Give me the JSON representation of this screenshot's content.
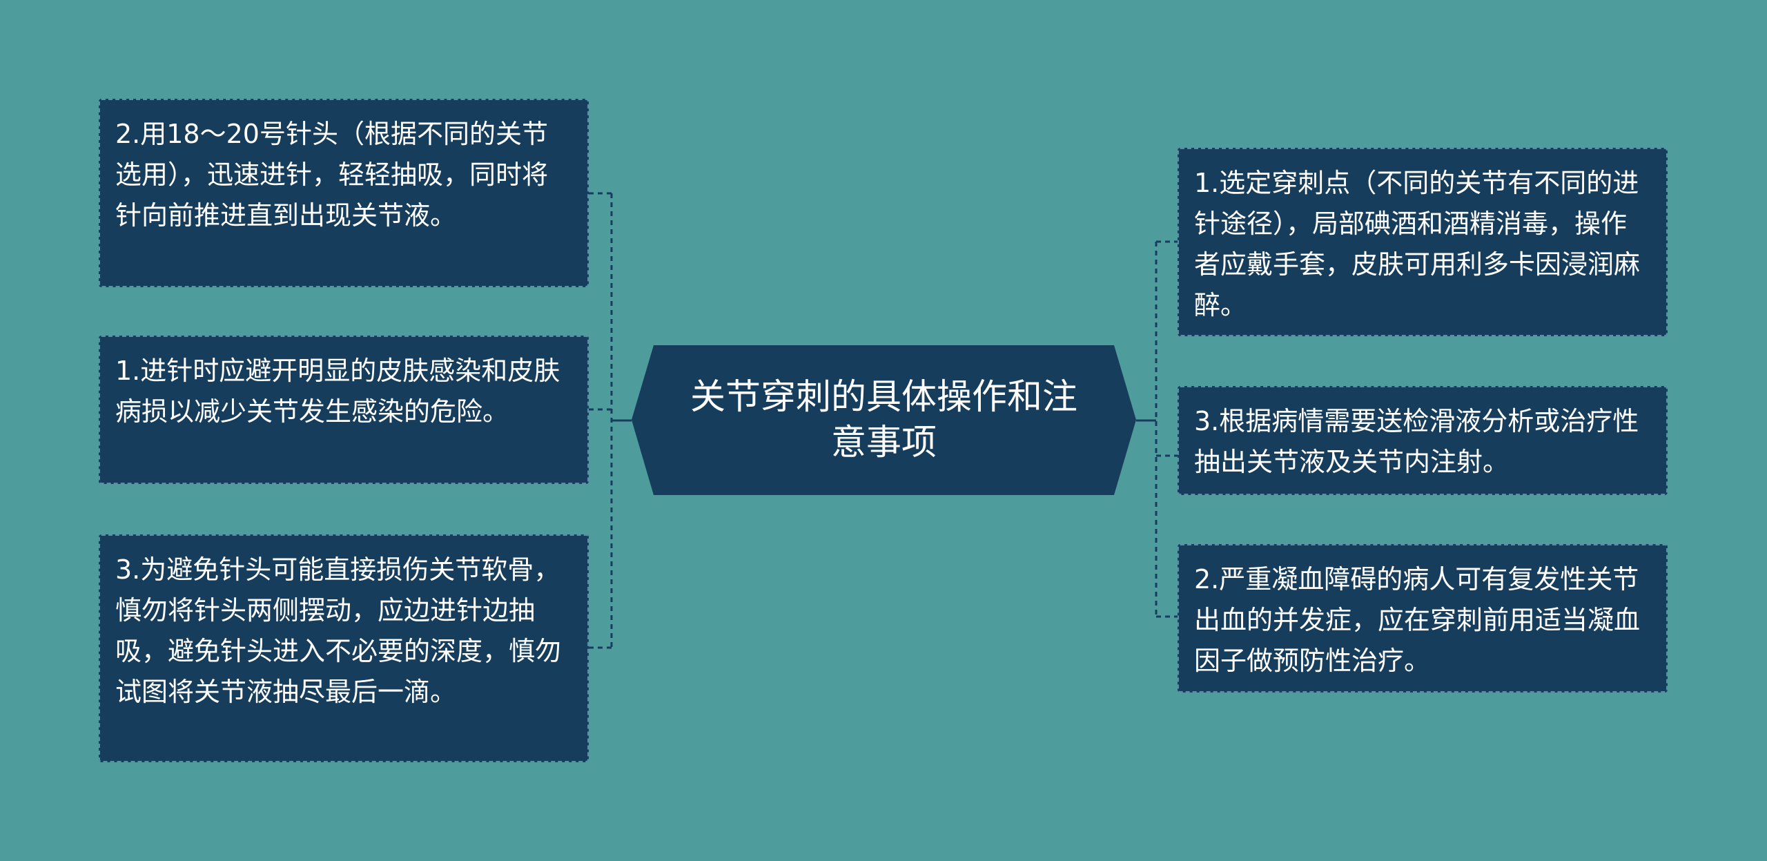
{
  "center": {
    "title": "关节穿刺的具体操作和注意事项"
  },
  "left_nodes": [
    {
      "text": "2.用18～20号针头（根据不同的关节选用），迅速进针，轻轻抽吸，同时将针向前推进直到出现关节液。"
    },
    {
      "text": "1.进针时应避开明显的皮肤感染和皮肤病损以减少关节发生感染的危险。"
    },
    {
      "text": "3.为避免针头可能直接损伤关节软骨，慎勿将针头两侧摆动，应边进针边抽吸，避免针头进入不必要的深度，慎勿试图将关节液抽尽最后一滴。"
    }
  ],
  "right_nodes": [
    {
      "text": "1.选定穿刺点（不同的关节有不同的进针途径），局部碘酒和酒精消毒，操作者应戴手套，皮肤可用利多卡因浸润麻醉。"
    },
    {
      "text": "3.根据病情需要送检滑液分析或治疗性抽出关节液及关节内注射。"
    },
    {
      "text": "2.严重凝血障碍的病人可有复发性关节出血的并发症，应在穿刺前用适当凝血因子做预防性治疗。"
    }
  ],
  "colors": {
    "background": "#4e9c9c",
    "node_fill": "#173d5c",
    "node_border": "#5a8fa8",
    "connector": "#173d5c",
    "text": "#ffffff"
  }
}
